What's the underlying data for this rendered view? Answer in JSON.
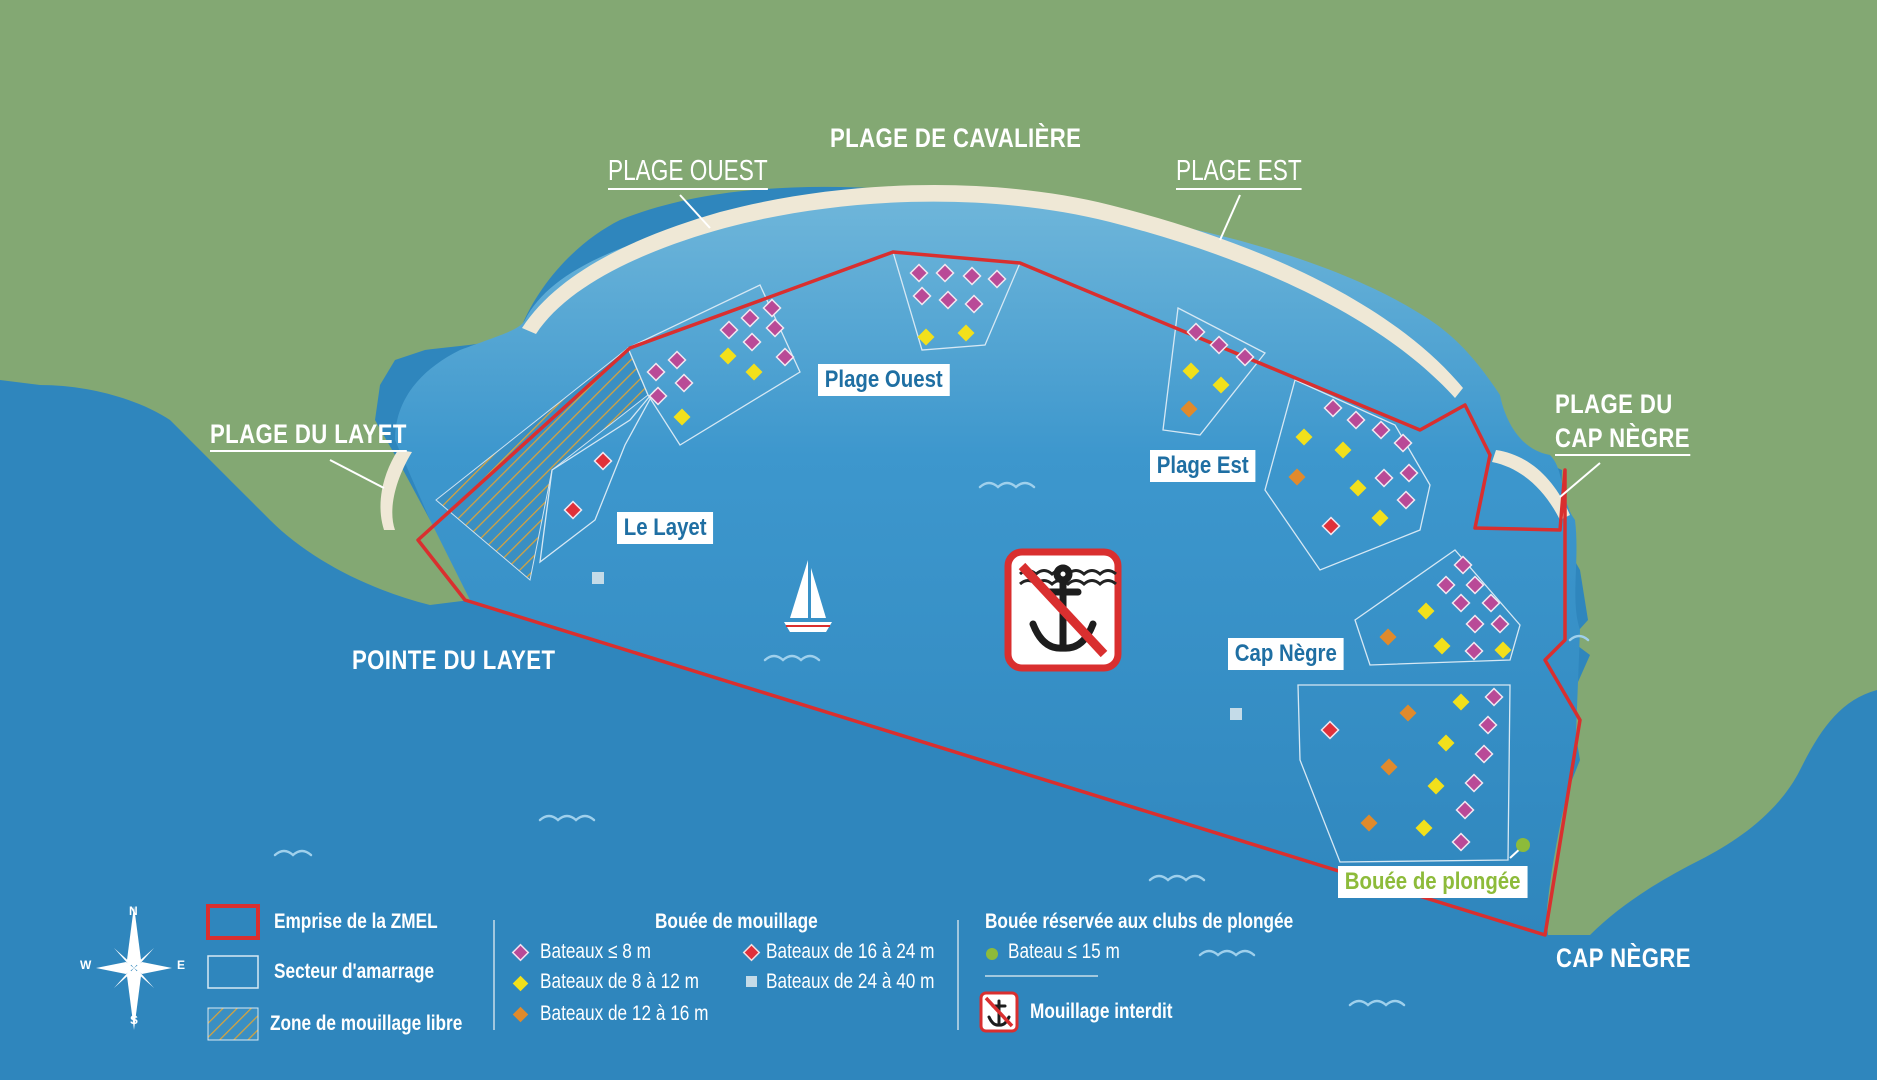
{
  "labels": {
    "plage_cavaliere": "PLAGE DE CAVALIÈRE",
    "plage_ouest_top": "PLAGE OUEST",
    "plage_est_top": "PLAGE EST",
    "plage_du_layet": "PLAGE DU LAYET",
    "plage_cap_negre_1": "PLAGE DU",
    "plage_cap_negre_2": "CAP NÈGRE",
    "pointe_du_layet": "POINTE DU LAYET",
    "cap_negre": "CAP NÈGRE"
  },
  "sector_labels": {
    "plage_ouest": "Plage Ouest",
    "plage_est": "Plage Est",
    "le_layet": "Le Layet",
    "cap_negre": "Cap Nègre",
    "bouee_plongee": "Bouée de plongée"
  },
  "legend": {
    "emprise": "Emprise de la ZMEL",
    "secteur": "Secteur d'amarrage",
    "zone_libre": "Zone de mouillage libre",
    "bouee_title": "Bouée de mouillage",
    "b8": "Bateaux ≤ 8 m",
    "b8_12": "Bateaux de 8 à 12 m",
    "b12_16": "Bateaux de 12 à 16 m",
    "b16_24": "Bateaux de 16 à 24 m",
    "b24_40": "Bateaux de 24 à 40 m",
    "plongee_title": "Bouée réservée aux clubs de plongée",
    "b15": "Bateau ≤ 15 m",
    "interdit": "Mouillage interdit"
  },
  "compass": {
    "n": "N",
    "s": "S",
    "e": "E",
    "w": "W"
  },
  "colors": {
    "sea_deep": "#2f86bd",
    "sea_light": "#6fb6da",
    "land": "#83a873",
    "sand": "#efe8d6",
    "zmel_border": "#d92f2f",
    "buoy_le8": "#b94a97",
    "buoy_8_12": "#f2e01b",
    "buoy_12_16": "#e08a2c",
    "buoy_16_24": "#e0303a",
    "buoy_24_40": "#9fc6e0",
    "buoy_dive": "#8dbb3a"
  },
  "icons": [
    "compass-rose-icon",
    "sailboat-icon",
    "no-anchoring-icon",
    "anchor-icon"
  ]
}
